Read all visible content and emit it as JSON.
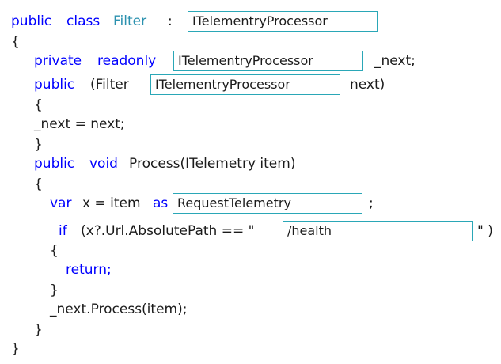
{
  "code": {
    "line1": {
      "kw_public": "public",
      "kw_class": "class",
      "class_name": "Filter",
      "colon": ":"
    },
    "open_brace_1": "{",
    "line3": {
      "kw_private": "private",
      "kw_readonly": "readonly",
      "field_name": "_next;"
    },
    "line4": {
      "kw_public": "public",
      "open": "(Filter",
      "param": "next)"
    },
    "open_brace_2": "{",
    "assign": "_next = next;",
    "close_brace_2": "}",
    "line8": {
      "kw_public": "public",
      "kw_void": "void",
      "rest": "Process(ITelemetry item)"
    },
    "open_brace_3": "{",
    "line10": {
      "kw_var": "var",
      "mid": "x = item",
      "kw_as": "as",
      "semicolon": ";"
    },
    "line11": {
      "kw_if": "if",
      "mid": "(x?.Url.AbsolutePath == \"",
      "end": "\" )"
    },
    "open_brace_4": "{",
    "return_stmt": "return;",
    "close_brace_4": "}",
    "process_call": "_next.Process(item);",
    "close_brace_3": "}",
    "close_brace_1": "}"
  },
  "blanks": {
    "blank1": "ITelementryProcessor",
    "blank2": "ITelementryProcessor",
    "blank3": "ITelementryProcessor",
    "blank4": "RequestTelemetry",
    "blank5": "/health"
  },
  "colors": {
    "keyword": "#0000ff",
    "type": "#2b91af",
    "text": "#1b1b1b",
    "blank_border": "#2aa7b7"
  }
}
